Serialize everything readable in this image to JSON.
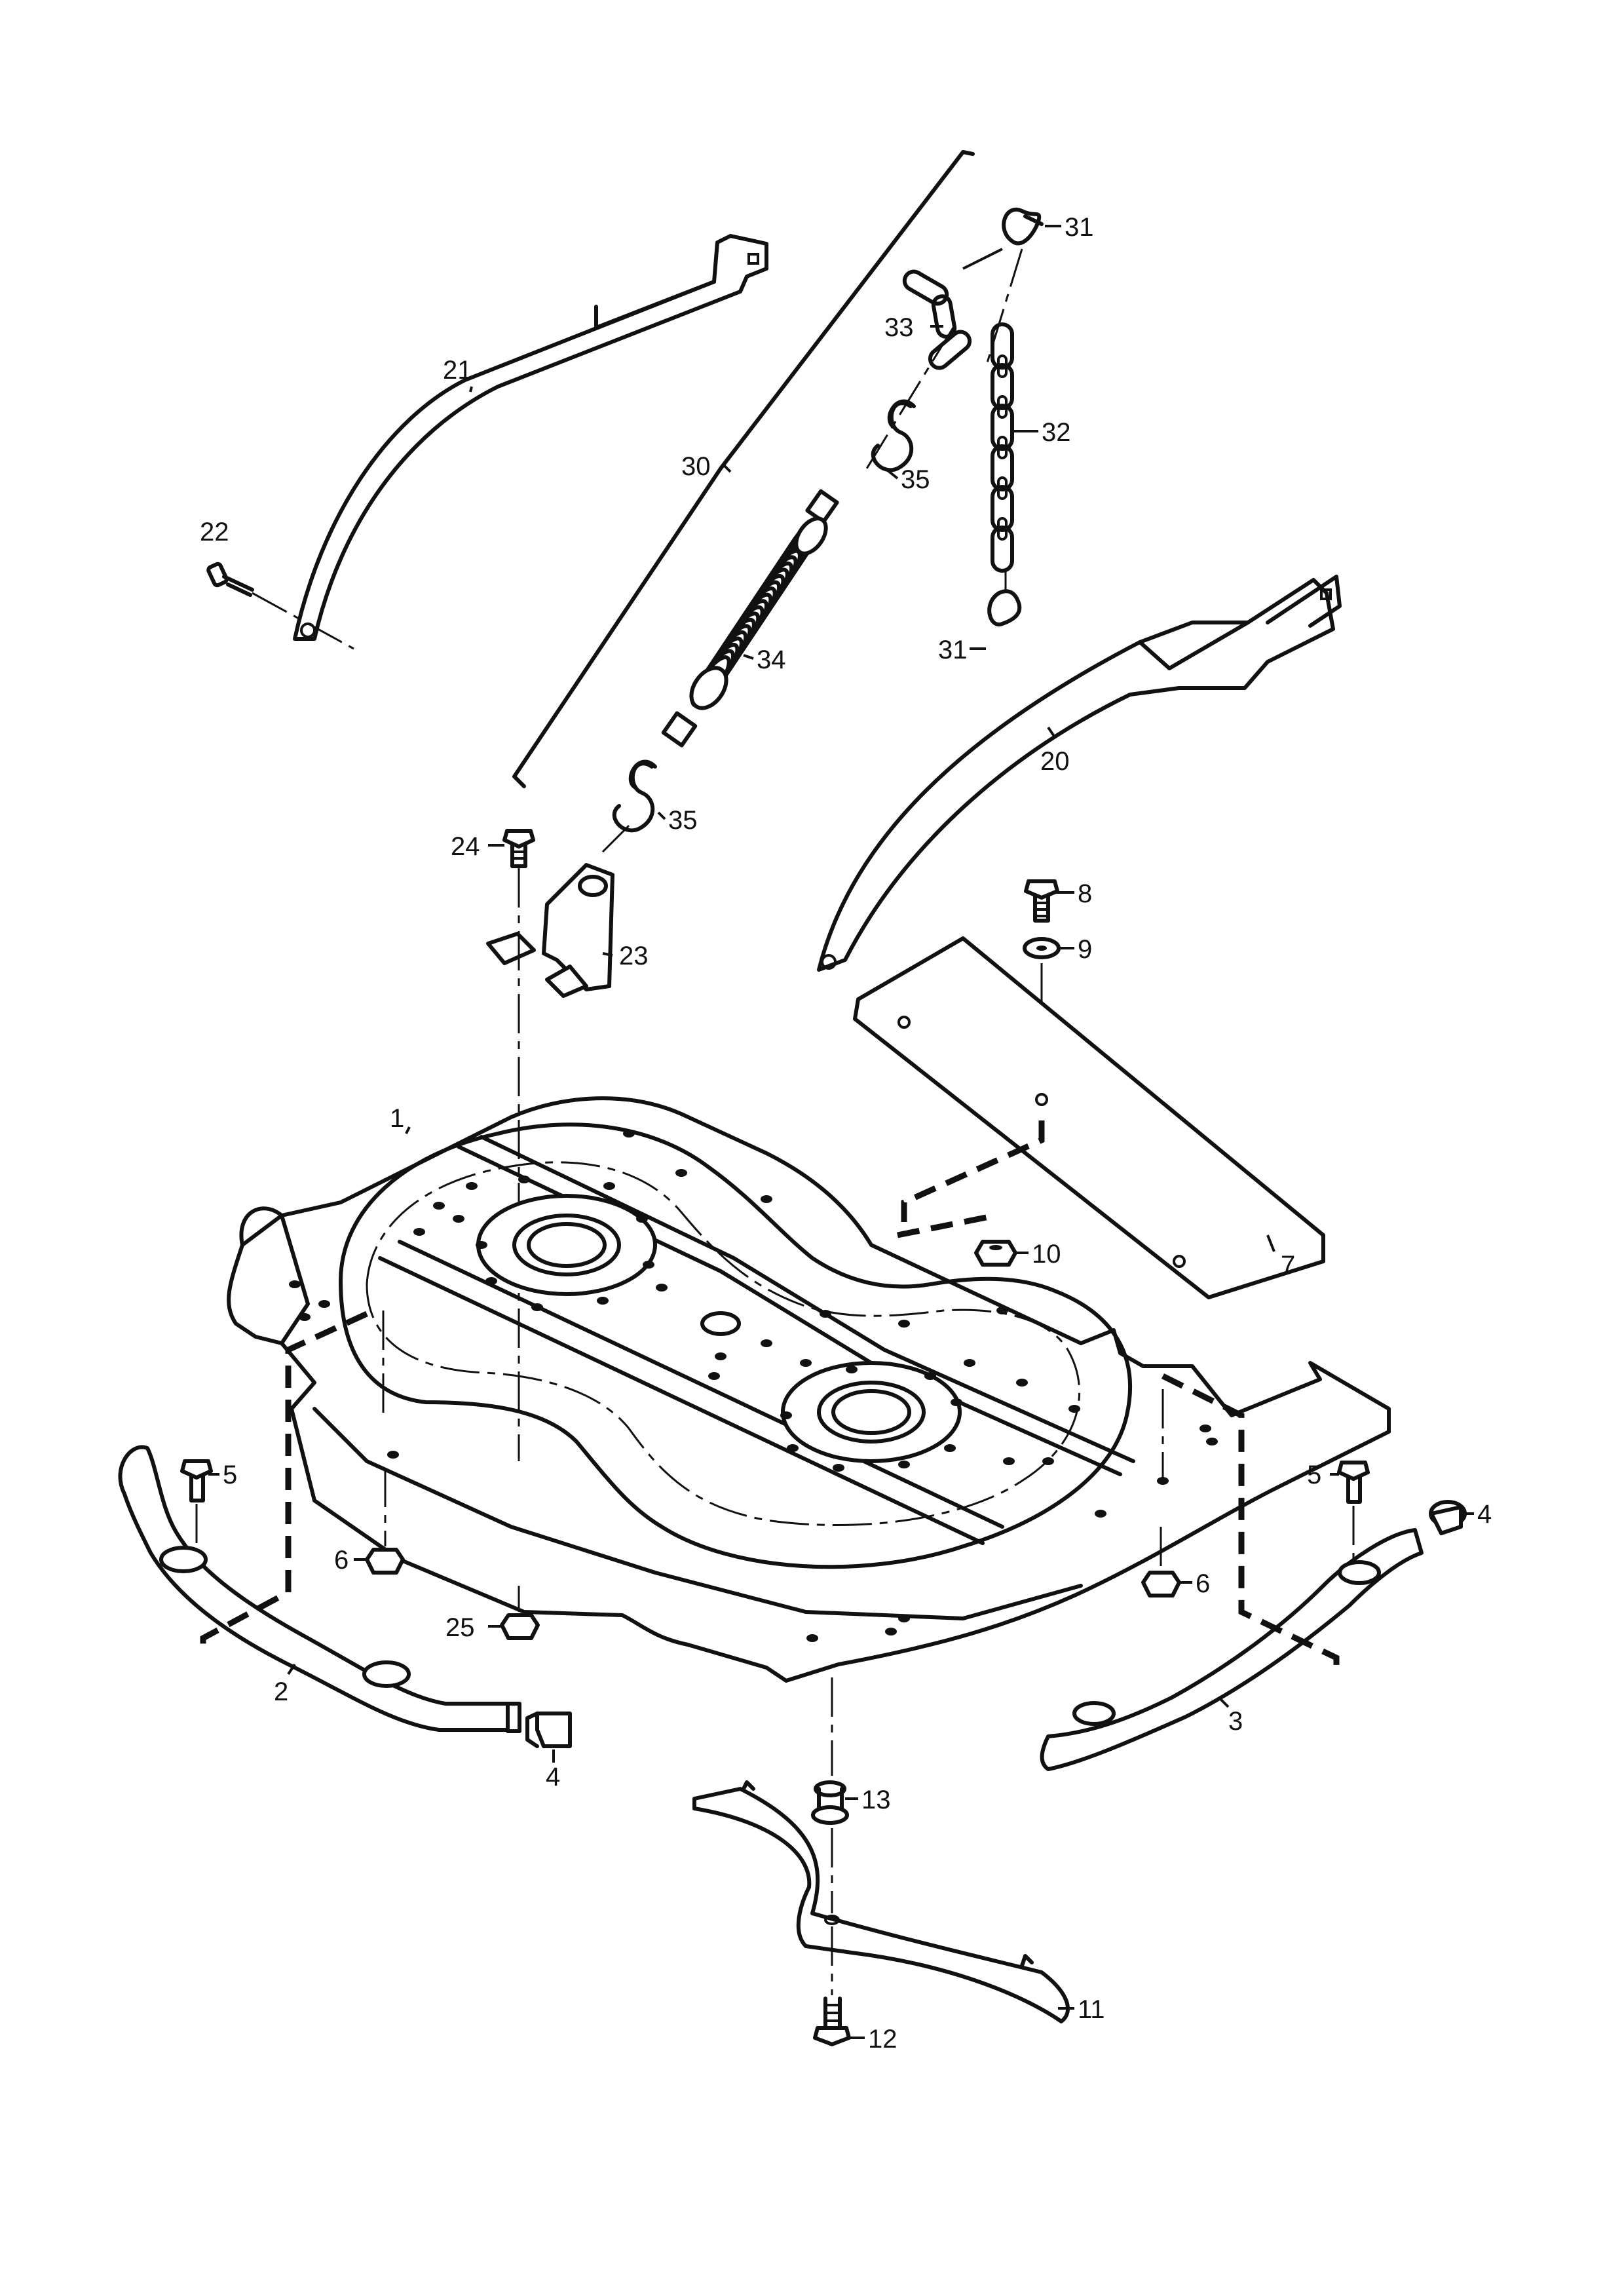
{
  "callouts": [
    {
      "id": "c1",
      "text": "1"
    },
    {
      "id": "c2",
      "text": "2"
    },
    {
      "id": "c3",
      "text": "3"
    },
    {
      "id": "c4a",
      "text": "4"
    },
    {
      "id": "c4b",
      "text": "4"
    },
    {
      "id": "c5a",
      "text": "5"
    },
    {
      "id": "c5b",
      "text": "5"
    },
    {
      "id": "c6a",
      "text": "6"
    },
    {
      "id": "c6b",
      "text": "6"
    },
    {
      "id": "c7",
      "text": "7"
    },
    {
      "id": "c8",
      "text": "8"
    },
    {
      "id": "c9",
      "text": "9"
    },
    {
      "id": "c10",
      "text": "10"
    },
    {
      "id": "c11",
      "text": "11"
    },
    {
      "id": "c12",
      "text": "12"
    },
    {
      "id": "c13",
      "text": "13"
    },
    {
      "id": "c20",
      "text": "20"
    },
    {
      "id": "c21",
      "text": "21"
    },
    {
      "id": "c22",
      "text": "22"
    },
    {
      "id": "c23",
      "text": "23"
    },
    {
      "id": "c24",
      "text": "24"
    },
    {
      "id": "c25",
      "text": "25"
    },
    {
      "id": "c30",
      "text": "30"
    },
    {
      "id": "c31a",
      "text": "31"
    },
    {
      "id": "c31b",
      "text": "31"
    },
    {
      "id": "c32",
      "text": "32"
    },
    {
      "id": "c33",
      "text": "33"
    },
    {
      "id": "c34",
      "text": "34"
    },
    {
      "id": "c35a",
      "text": "35"
    },
    {
      "id": "c35b",
      "text": "35"
    }
  ]
}
